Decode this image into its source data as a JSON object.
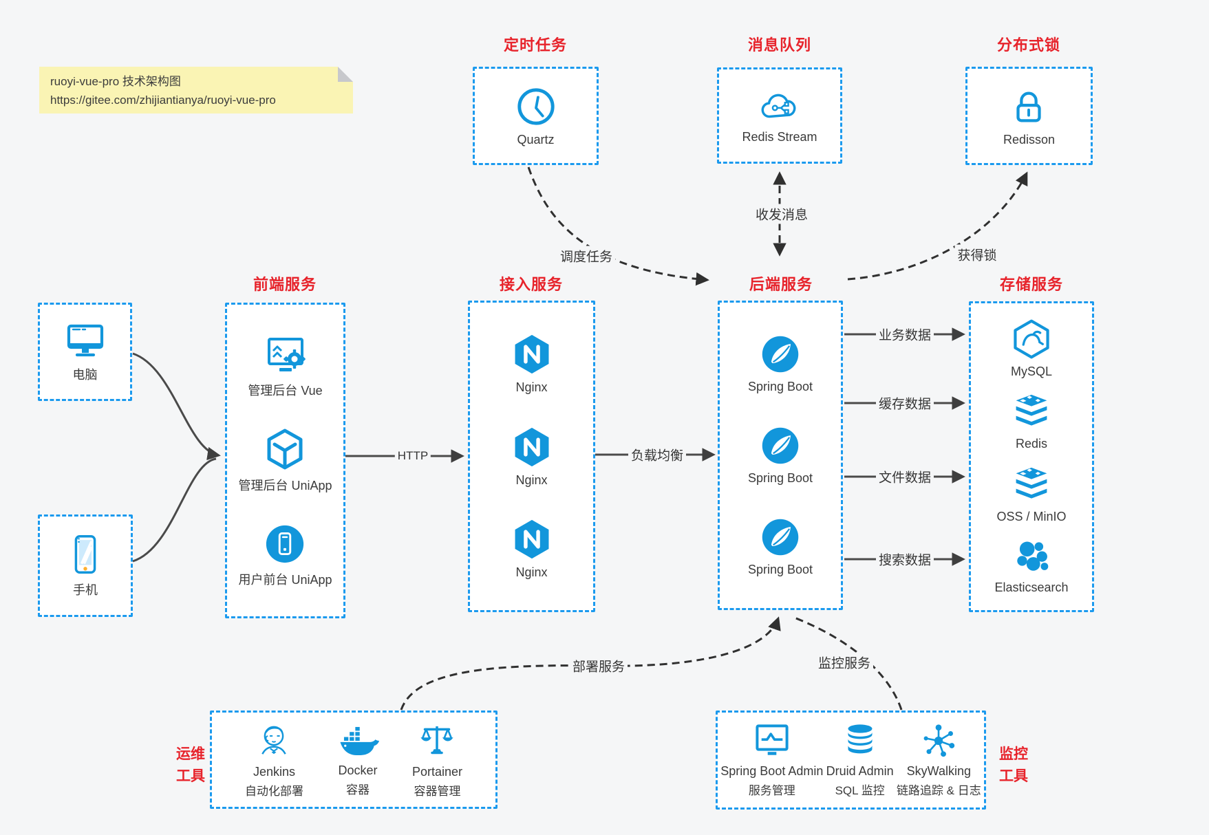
{
  "note": {
    "line1": "ruoyi-vue-pro 技术架构图",
    "line2": "https://gitee.com/zhijiantianya/ruoyi-vue-pro"
  },
  "colors": {
    "box_border_blue": "#1b9aee",
    "icon_blue": "#1296db",
    "title_red": "#e7232b",
    "note_yellow": "#faf4b4",
    "canvas_gray": "#f5f6f7"
  },
  "groups": {
    "scheduler": {
      "title": "定时任务",
      "items": [
        {
          "icon": "clock-icon",
          "label": "Quartz"
        }
      ]
    },
    "mq": {
      "title": "消息队列",
      "items": [
        {
          "icon": "cloud-share-icon",
          "label": "Redis Stream"
        }
      ]
    },
    "lock": {
      "title": "分布式锁",
      "items": [
        {
          "icon": "lock-icon",
          "label": "Redisson"
        }
      ]
    },
    "clients": {
      "items": [
        {
          "icon": "desktop-icon",
          "label": "电脑"
        },
        {
          "icon": "smartphone-icon",
          "label": "手机"
        }
      ]
    },
    "frontend": {
      "title": "前端服务",
      "items": [
        {
          "icon": "monitor-gear-icon",
          "label": "管理后台 Vue"
        },
        {
          "icon": "cube-icon",
          "label": "管理后台 UniApp"
        },
        {
          "icon": "phone-circle-icon",
          "label": "用户前台 UniApp"
        }
      ]
    },
    "gateway": {
      "title": "接入服务",
      "items": [
        {
          "icon": "nginx-icon",
          "label": "Nginx"
        },
        {
          "icon": "nginx-icon",
          "label": "Nginx"
        },
        {
          "icon": "nginx-icon",
          "label": "Nginx"
        }
      ]
    },
    "backend": {
      "title": "后端服务",
      "items": [
        {
          "icon": "spring-icon",
          "label": "Spring Boot"
        },
        {
          "icon": "spring-icon",
          "label": "Spring Boot"
        },
        {
          "icon": "spring-icon",
          "label": "Spring Boot"
        }
      ]
    },
    "storage": {
      "title": "存储服务",
      "items": [
        {
          "icon": "mysql-icon",
          "label": "MySQL"
        },
        {
          "icon": "redis-stack-icon",
          "label": "Redis"
        },
        {
          "icon": "redis-stack-icon",
          "label": "OSS / MinIO"
        },
        {
          "icon": "elasticsearch-icon",
          "label": "Elasticsearch"
        }
      ]
    },
    "devops": {
      "title_line1": "运维",
      "title_line2": "工具",
      "items": [
        {
          "icon": "jenkins-icon",
          "label": "Jenkins",
          "sub": "自动化部署"
        },
        {
          "icon": "docker-icon",
          "label": "Docker",
          "sub": "容器"
        },
        {
          "icon": "portainer-icon",
          "label": "Portainer",
          "sub": "容器管理"
        }
      ]
    },
    "monitoring": {
      "title_line1": "监控",
      "title_line2": "工具",
      "items": [
        {
          "icon": "sba-monitor-icon",
          "label": "Spring Boot Admin",
          "sub": "服务管理"
        },
        {
          "icon": "druid-db-icon",
          "label": "Druid Admin",
          "sub": "SQL 监控"
        },
        {
          "icon": "skywalking-icon",
          "label": "SkyWalking",
          "sub": "链路追踪 & 日志"
        }
      ]
    }
  },
  "edges": {
    "http": "HTTP",
    "load_balance": "负载均衡",
    "biz_data": "业务数据",
    "cache_data": "缓存数据",
    "file_data": "文件数据",
    "search_data": "搜索数据",
    "schedule_task": "调度任务",
    "send_recv_msg": "收发消息",
    "acquire_lock": "获得锁",
    "deploy_service": "部署服务",
    "monitor_service": "监控服务"
  }
}
